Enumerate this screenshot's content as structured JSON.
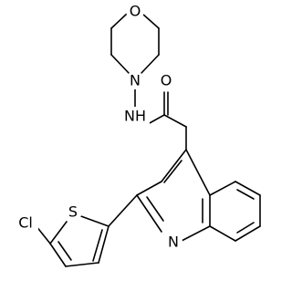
{
  "structure": {
    "atoms": [
      {
        "id": "o_morph",
        "label": "O"
      },
      {
        "id": "n_morph",
        "label": "N"
      },
      {
        "id": "nh",
        "label": "NH"
      },
      {
        "id": "o_carbonyl",
        "label": "O"
      },
      {
        "id": "n_quinoline",
        "label": "N"
      },
      {
        "id": "s_thiophene",
        "label": "S"
      },
      {
        "id": "cl",
        "label": "Cl"
      }
    ]
  }
}
